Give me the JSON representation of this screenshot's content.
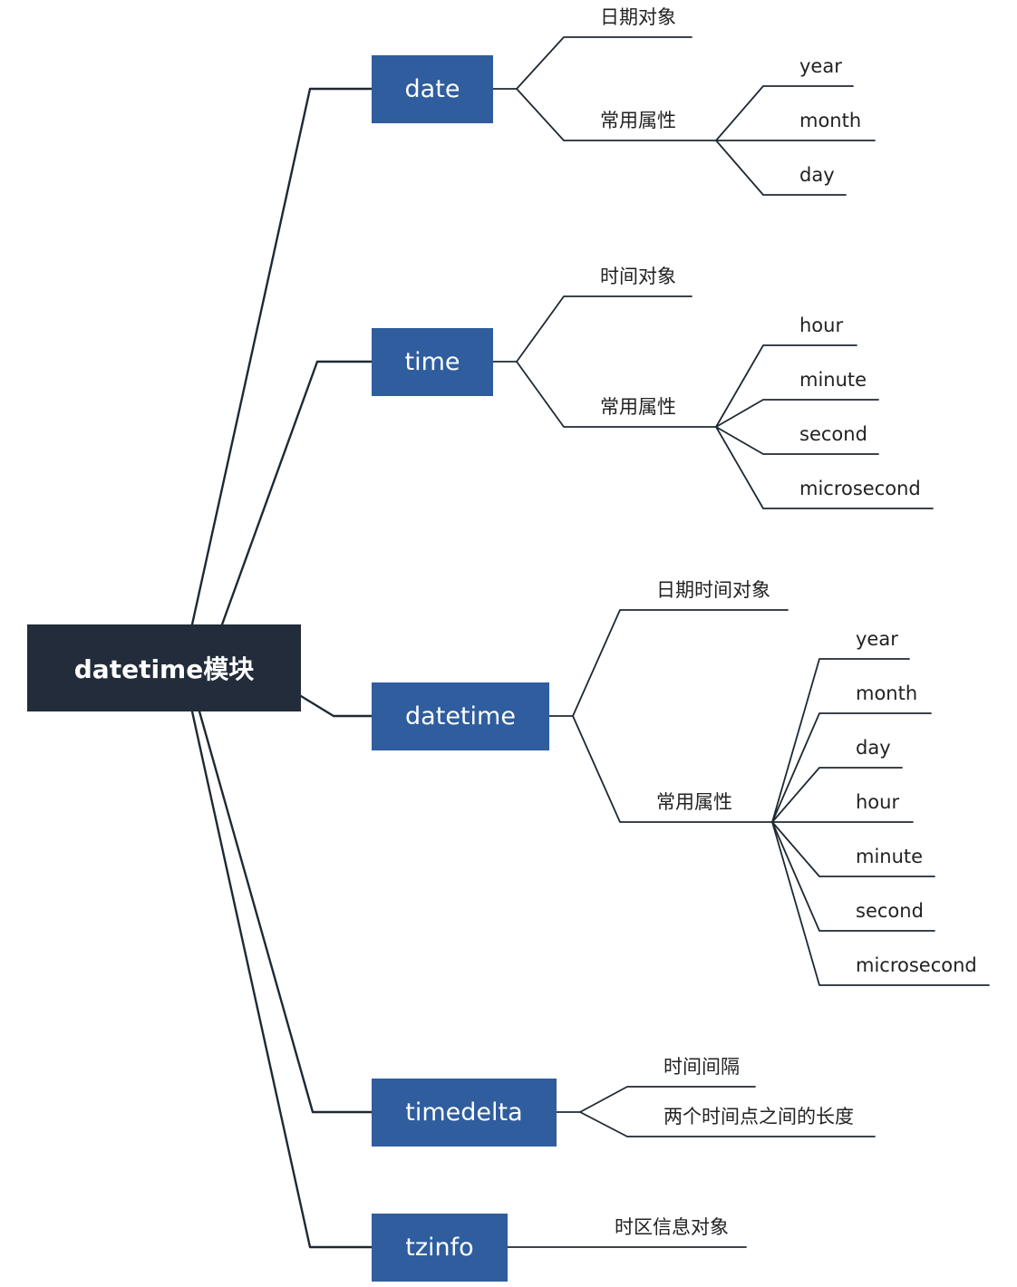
{
  "root": {
    "label": "datetime模块"
  },
  "branches": {
    "date": {
      "label": "date",
      "description": "日期对象",
      "attr_group": "常用属性",
      "attrs": [
        "year",
        "month",
        "day"
      ]
    },
    "time": {
      "label": "time",
      "description": "时间对象",
      "attr_group": "常用属性",
      "attrs": [
        "hour",
        "minute",
        "second",
        "microsecond"
      ]
    },
    "datetime": {
      "label": "datetime",
      "description": "日期时间对象",
      "attr_group": "常用属性",
      "attrs": [
        "year",
        "month",
        "day",
        "hour",
        "minute",
        "second",
        "microsecond"
      ]
    },
    "timedelta": {
      "label": "timedelta",
      "items": [
        "时间间隔",
        "两个时间点之间的长度"
      ]
    },
    "tzinfo": {
      "label": "tzinfo",
      "description": "时区信息对象"
    }
  },
  "colors": {
    "root_bg": "#222c3a",
    "node_bg": "#2f5d9e",
    "line": "#1f2933",
    "text": "#222222"
  }
}
